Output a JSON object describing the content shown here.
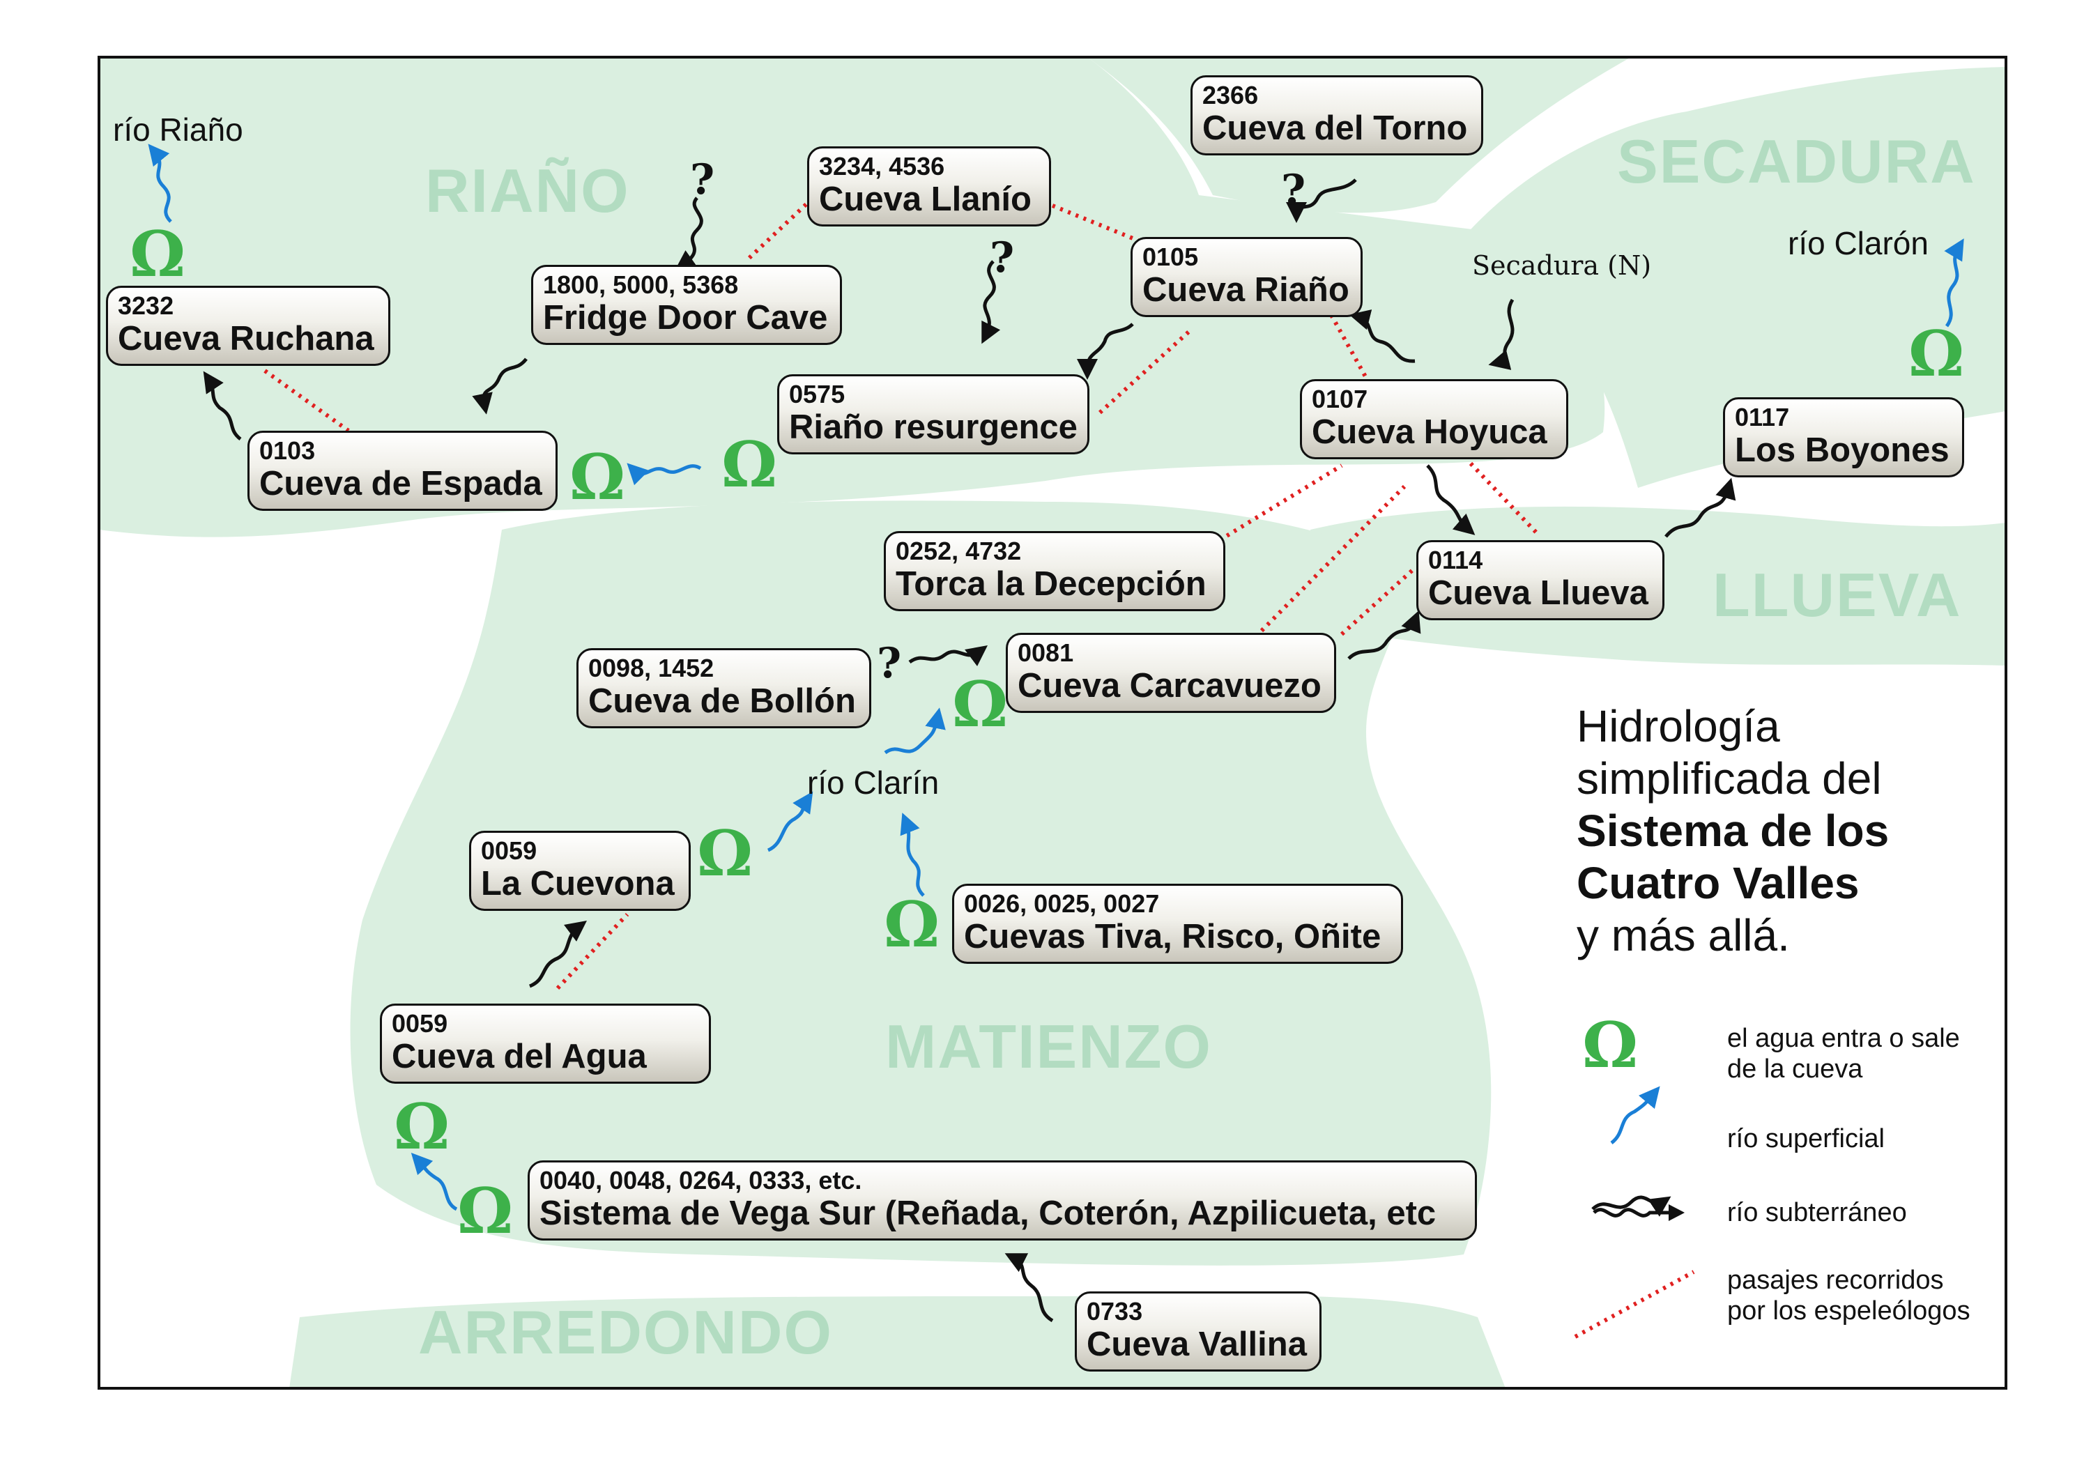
{
  "regions": {
    "riano": "RIAÑO",
    "secadura": "SECADURA",
    "llueva": "LLUEVA",
    "matienzo": "MATIENZO",
    "arredondo": "ARREDONDO"
  },
  "caves": {
    "torno": {
      "num": "2366",
      "name": "Cueva del Torno"
    },
    "llanio": {
      "num": "3234, 4536",
      "name": "Cueva Llanío"
    },
    "fridge": {
      "num": "1800, 5000, 5368",
      "name": "Fridge Door Cave"
    },
    "ruchana": {
      "num": "3232",
      "name": "Cueva Ruchana"
    },
    "espada": {
      "num": "0103",
      "name": "Cueva de Espada"
    },
    "resurgence": {
      "num": "0575",
      "name": "Riaño resurgence"
    },
    "riano": {
      "num": "0105",
      "name": "Cueva Riaño"
    },
    "hoyuca": {
      "num": "0107",
      "name": "Cueva Hoyuca"
    },
    "boyones": {
      "num": "0117",
      "name": "Los Boyones"
    },
    "decepcion": {
      "num": "0252, 4732",
      "name": "Torca la Decepción"
    },
    "llueva": {
      "num": "0114",
      "name": "Cueva Llueva"
    },
    "bollon": {
      "num": "0098, 1452",
      "name": "Cueva de Bollón"
    },
    "carcavuezo": {
      "num": "0081",
      "name": "Cueva Carcavuezo"
    },
    "cuevona": {
      "num": "0059",
      "name": "La Cuevona"
    },
    "tiva": {
      "num": "0026, 0025, 0027",
      "name": "Cuevas Tiva, Risco, Oñite"
    },
    "agua": {
      "num": "0059",
      "name": "Cueva del Agua"
    },
    "vegasur": {
      "num": "0040, 0048, 0264, 0333, etc.",
      "name": "Sistema de Vega Sur (Reñada, Coterón, Azpilicueta, etc"
    },
    "vallina": {
      "num": "0733",
      "name": "Cueva Vallina"
    }
  },
  "rivers": {
    "riano": "río Riaño",
    "claron": "río Clarón",
    "clarin": "río Clarín",
    "secadura_n": "Secadura (N)"
  },
  "symbols": {
    "question": "?",
    "omega": "Ω"
  },
  "legend": {
    "title_line1": "Hidrología",
    "title_line2": "simplificada del",
    "title_line3": "Sistema de los",
    "title_line4": "Cuatro Valles",
    "title_line5": "y más allá.",
    "omega_line1": "el agua entra o sale",
    "omega_line2": "de la cueva",
    "surface_river": "río superficial",
    "underground_river": "río subterráneo",
    "passages_line1": "pasajes recorridos",
    "passages_line2": "por los espeleólogos"
  },
  "colors": {
    "valley_fill": "#daefe0",
    "region_text": "#b2dcc1",
    "omega_green": "#3db14a",
    "surface_river_blue": "#1a7fd6",
    "underground_black": "#111111",
    "passage_red": "#e02020"
  }
}
